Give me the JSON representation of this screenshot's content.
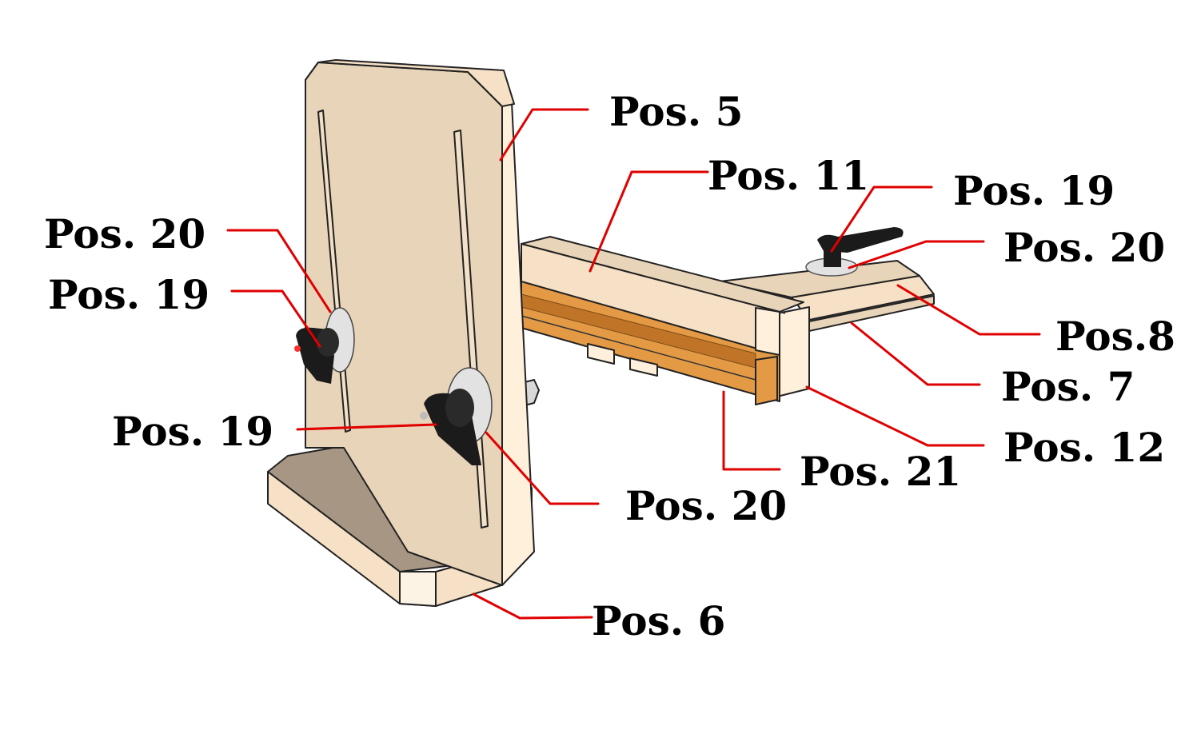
{
  "colors": {
    "wood_face": "#e8d4b8",
    "wood_light": "#f7e1c6",
    "wood_bright": "#fff0dc",
    "wood_end": "#fdf3e4",
    "base_top": "#a89684",
    "rail_orange": "#e49a45",
    "rail_dark": "#c07427",
    "hardware": "#1b1b1b",
    "washer": "#e2e2e2",
    "leader_line": "#e00000"
  },
  "labels": {
    "pos5": "Pos. 5",
    "pos11": "Pos. 11",
    "pos19_top_right": "Pos. 19",
    "pos20_top_right": "Pos. 20",
    "pos8": "Pos.8",
    "pos7": "Pos. 7",
    "pos12": "Pos. 12",
    "pos21": "Pos. 21",
    "pos20_bottom": "Pos. 20",
    "pos6": "Pos. 6",
    "pos19_middle": "Pos. 19",
    "pos19_left": "Pos. 19",
    "pos20_left": "Pos. 20"
  },
  "icons": {
    "knob_left": "star-knob-icon",
    "knob_center": "star-knob-icon",
    "clamp_lever": "clamping-lever-icon",
    "washer": "washer-icon"
  }
}
